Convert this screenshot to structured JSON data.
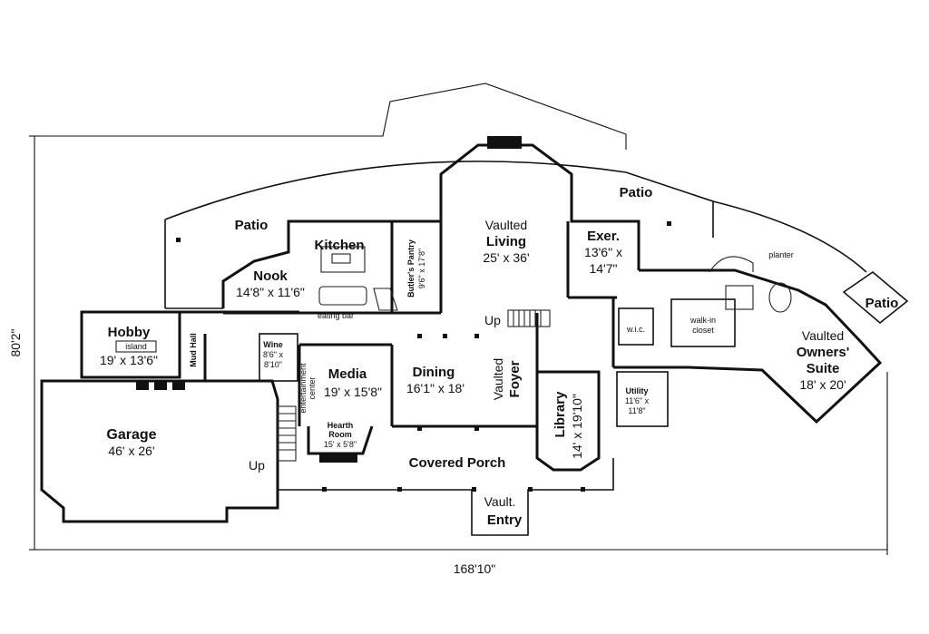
{
  "dimensions": {
    "width": "168'10\"",
    "depth": "80'2\""
  },
  "rooms": {
    "patio_left": {
      "name": "Patio"
    },
    "patio_top": {
      "name": "Patio"
    },
    "patio_right": {
      "name": "Patio"
    },
    "kitchen": {
      "name": "Kitchen"
    },
    "butlers_pantry": {
      "name": "Butler's Pantry",
      "size": "9'6\" x 17'8\""
    },
    "nook": {
      "name": "Nook",
      "size": "14'8\" x 11'6\""
    },
    "eating_bar": {
      "label": "eating bar"
    },
    "living": {
      "prefix": "Vaulted",
      "name": "Living",
      "size": "25' x 36'"
    },
    "exercise": {
      "name": "Exer.",
      "size_line1": "13'6\" x",
      "size_line2": "14'7\""
    },
    "hobby": {
      "name": "Hobby",
      "island": "island",
      "size": "19' x 13'6\""
    },
    "mud_hall": {
      "name": "Mud Hall"
    },
    "wine": {
      "name": "Wine",
      "size_line1": "8'6\" x",
      "size_line2": "8'10\""
    },
    "media": {
      "name": "Media",
      "size": "19' x 15'8\""
    },
    "entertainment": {
      "label_line1": "entertainment",
      "label_line2": "center"
    },
    "hearth_room": {
      "name_line1": "Hearth",
      "name_line2": "Room",
      "size": "15' x 5'8\""
    },
    "dining": {
      "name": "Dining",
      "size": "16'1\" x 18'"
    },
    "foyer": {
      "prefix": "Vaulted",
      "name": "Foyer"
    },
    "library": {
      "name": "Library",
      "size": "14' x 19'10\""
    },
    "utility": {
      "name": "Utility",
      "size_line1": "11'6\" x",
      "size_line2": "11'8\""
    },
    "wic": {
      "label": "w.i.c."
    },
    "walk_in_closet": {
      "label_line1": "walk-in",
      "label_line2": "closet"
    },
    "planter": {
      "label": "planter"
    },
    "owners_suite": {
      "prefix": "Vaulted",
      "name_line1": "Owners'",
      "name_line2": "Suite",
      "size": "18' x 20'"
    },
    "garage": {
      "name": "Garage",
      "size": "46' x 26'"
    },
    "covered_porch": {
      "name": "Covered Porch"
    },
    "entry": {
      "prefix": "Vault.",
      "name": "Entry"
    }
  },
  "stairs": {
    "up_foyer": "Up",
    "up_garage": "Up"
  }
}
